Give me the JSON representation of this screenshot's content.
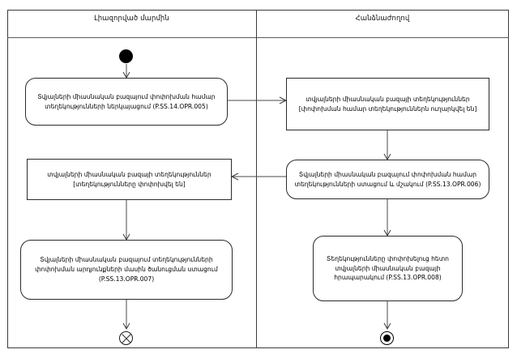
{
  "diagram": {
    "type": "uml-activity-diagram",
    "lanes": [
      {
        "id": "left",
        "title": "Լիազորված մարմին"
      },
      {
        "id": "right",
        "title": "Հանձնաժողով"
      }
    ]
  },
  "nodes": {
    "initial": {
      "kind": "initial-node",
      "lane": "left"
    },
    "left_action_1": {
      "kind": "action",
      "lane": "left",
      "line1": "Տվյալների միասնական բազայում փոփոխման համար",
      "line2": "տեղեկությունների ներկայացում (P.SS.14.OPR.005)",
      "code": "P.SS.14.OPR.005"
    },
    "right_object_1": {
      "kind": "object-node",
      "lane": "right",
      "line1": "տվյալների միասնական բազայի տեղեկություններ",
      "line2": "[փոփոխման համար տեղեկություններն ուղարկվել են]",
      "state": "փոփոխման համար տեղեկություններն ուղարկվել են"
    },
    "right_action_1": {
      "kind": "action",
      "lane": "right",
      "line1": "Տվյալների միասնական բազայում փոփոխման համար",
      "line2": "տեղեկությունների ստացում և մշակում (P.SS.13.OPR.006)",
      "code": "P.SS.13.OPR.006"
    },
    "left_object_1": {
      "kind": "object-node",
      "lane": "left",
      "line1": "տվյալների միասնական բազայի տեղեկություններ",
      "line2": "[տեղեկությունները փոփոխվել են]",
      "state": "տեղեկությունները փոփոխվել են"
    },
    "left_action_2": {
      "kind": "action",
      "lane": "left",
      "line1": "Տվյալների միասնական բազայում տեղեկությունների",
      "line2": "փոփոխման արդյունքների մասին ծանուցման ստացում",
      "line3": "(P.SS.13.OPR.007)",
      "code": "P.SS.13.OPR.007"
    },
    "right_action_2": {
      "kind": "action",
      "lane": "right",
      "line1": "Տեղեկությունները փոփոխելուց հետո",
      "line2": "տվյալների միասնական բազայի",
      "line3": "հրապարակում (P.SS.13.OPR.008)",
      "code": "P.SS.13.OPR.008"
    },
    "flow_final": {
      "kind": "flow-final-node",
      "lane": "left"
    },
    "activity_final": {
      "kind": "activity-final-node",
      "lane": "right"
    }
  },
  "edges": [
    {
      "from": "initial",
      "to": "left_action_1",
      "direction": "down"
    },
    {
      "from": "left_action_1",
      "to": "right_object_1",
      "direction": "right"
    },
    {
      "from": "right_object_1",
      "to": "right_action_1",
      "direction": "down"
    },
    {
      "from": "right_action_1",
      "to": "left_object_1",
      "direction": "left"
    },
    {
      "from": "right_action_1",
      "to": "right_action_2",
      "direction": "down"
    },
    {
      "from": "left_object_1",
      "to": "left_action_2",
      "direction": "down"
    },
    {
      "from": "left_action_2",
      "to": "flow_final",
      "direction": "down"
    },
    {
      "from": "right_action_2",
      "to": "activity_final",
      "direction": "down"
    }
  ],
  "colors": {
    "background": "#ffffff",
    "stroke": "#2b2b2b",
    "edge": "#4a4a4a",
    "text": "#000000"
  }
}
